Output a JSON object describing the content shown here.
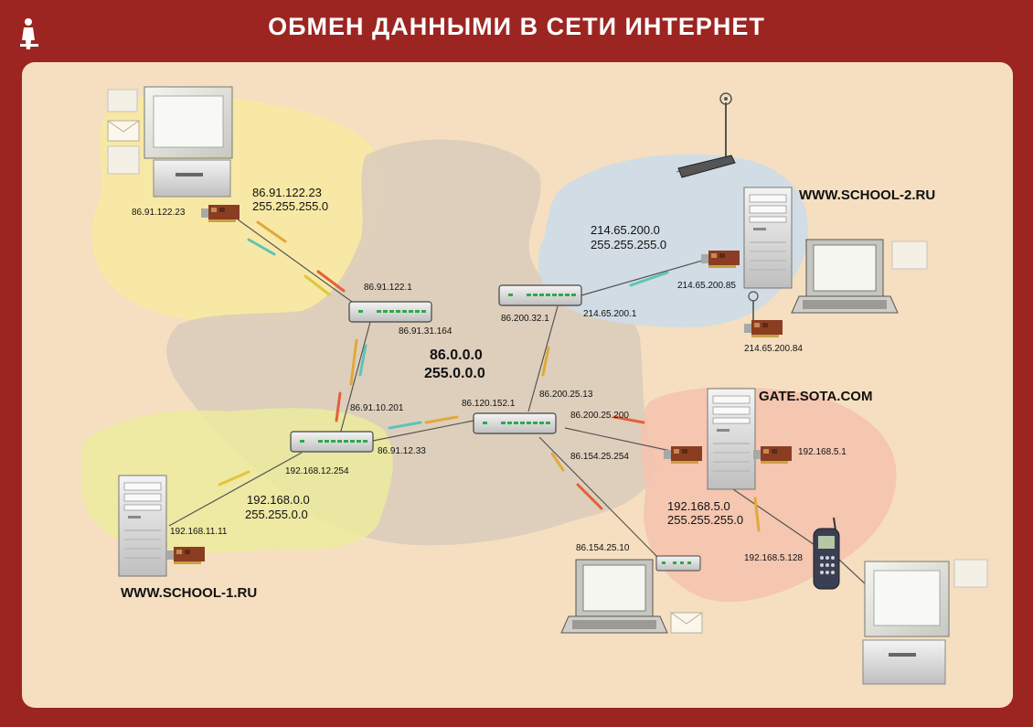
{
  "title": "ОБМЕН ДАННЫМИ В СЕТИ ИНТЕРНЕТ",
  "colors": {
    "frame": "#9d2521",
    "panel": "#f5dfc0",
    "zone_yellow": "#f7eba0",
    "zone_gray": "#dccdbb",
    "zone_blue": "#cfdbe6",
    "zone_pink": "#f5c3ae",
    "zone_lime": "#eceb9d"
  },
  "icons": {
    "logo": "person-figure-icon",
    "router": "router-icon",
    "computer": "computer-icon",
    "laptop": "laptop-icon",
    "phone": "mobile-phone-icon",
    "network_card": "network-card-icon",
    "envelope": "envelope-icon",
    "wireless_router": "wireless-router-icon"
  },
  "labels": {
    "ip_86_91_122_23_card": "86.91.122.23",
    "net_86_91_122_23": "86.91.122.23",
    "mask_255_255_255_0_a": "255.255.255.0",
    "r1_86_91_122_1": "86.91.122.1",
    "r1_86_91_31_164": "86.91.31.164",
    "net_86_0_0_0": "86.0.0.0",
    "mask_255_0_0_0": "255.0.0.0",
    "r2_86_91_10_201": "86.91.10.201",
    "r2_86_91_12_33": "86.91.12.33",
    "r2_192_168_12_254": "192.168.12.254",
    "net_192_168_0_0": "192.168.0.0",
    "mask_255_255_0_0": "255.255.0.0",
    "pc_192_168_11_11": "192.168.11.11",
    "host_school1": "WWW.SCHOOL-1.RU",
    "r3_86_120_152_1": "86.120.152.1",
    "r3_86_200_25_13": "86.200.25.13",
    "r3_86_200_25_200": "86.200.25.200",
    "r3_86_154_25_254": "86.154.25.254",
    "r4_86_200_32_1": "86.200.32.1",
    "r4_214_65_200_1": "214.65.200.1",
    "net_214_65_200_0": "214.65.200.0",
    "mask_255_255_255_0_b": "255.255.255.0",
    "card_214_65_200_85": "214.65.200.85",
    "card_214_65_200_84": "214.65.200.84",
    "host_school2": "WWW.SCHOOL-2.RU",
    "host_gate": "GATE.SOTA.COM",
    "card_192_168_5_1": "192.168.5.1",
    "net_192_168_5_0": "192.168.5.0",
    "mask_255_255_255_0_c": "255.255.255.0",
    "phone_192_168_5_128": "192.168.5.128",
    "laptop_86_154_25_10": "86.154.25.10"
  }
}
